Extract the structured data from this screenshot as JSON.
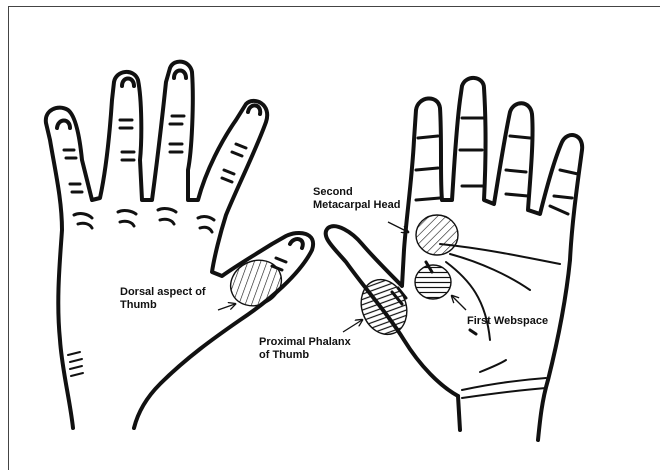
{
  "labels": {
    "dorsal_thumb": "Dorsal aspect of\nThumb",
    "second_metacarpal": "Second\nMetacarpal Head",
    "proximal_phalanx": "Proximal Phalanx\nof Thumb",
    "first_webspace": "First Webspace"
  },
  "colors": {
    "ink": "#111111",
    "background": "#ffffff"
  }
}
